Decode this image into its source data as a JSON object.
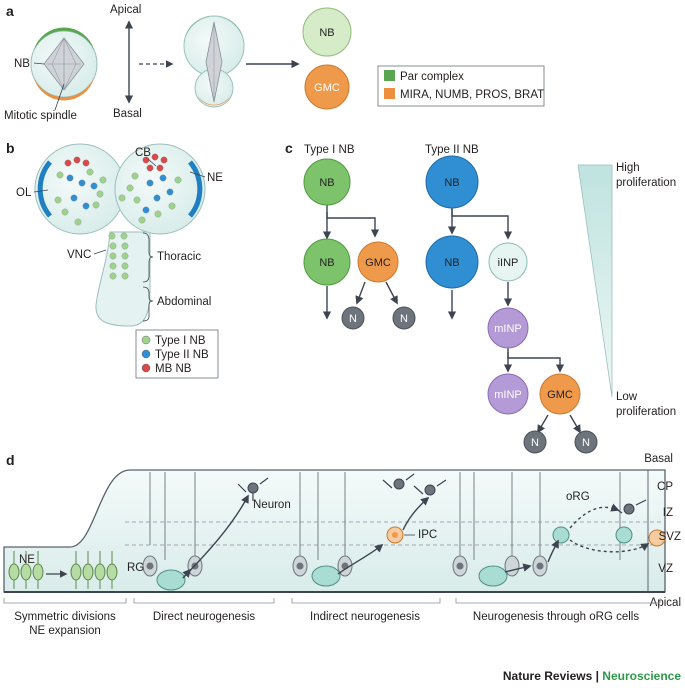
{
  "panels": {
    "a": "a",
    "b": "b",
    "c": "c",
    "d": "d"
  },
  "panel_a": {
    "apical": "Apical",
    "basal": "Basal",
    "nb_label": "NB",
    "mitotic_spindle": "Mitotic spindle",
    "nb_cell": "NB",
    "gmc_cell": "GMC",
    "legend": [
      {
        "label": "Par complex",
        "color": "#5aa550"
      },
      {
        "label": "MIRA, NUMB, PROS, BRAT",
        "color": "#ec8f3e"
      }
    ]
  },
  "panel_b": {
    "cb": "CB",
    "ne": "NE",
    "ol": "OL",
    "vnc": "VNC",
    "thoracic": "Thoracic",
    "abdominal": "Abdominal",
    "legend": [
      {
        "label": "Type I NB",
        "color": "#9fd38d"
      },
      {
        "label": "Type II NB",
        "color": "#2f8fd2"
      },
      {
        "label": "MB NB",
        "color": "#d9494a"
      }
    ]
  },
  "panel_c": {
    "type1_title": "Type I NB",
    "type2_title": "Type II NB",
    "nb": "NB",
    "gmc": "GMC",
    "n": "N",
    "inp_immature": "iINP",
    "inp_mature": "mINP",
    "high": "High",
    "high2": "proliferation",
    "low": "Low",
    "low2": "proliferation"
  },
  "panel_d": {
    "ne": "NE",
    "rg": "RG",
    "neuron": "Neuron",
    "ipc": "IPC",
    "org": "oRG",
    "layers": [
      "Basal",
      "CP",
      "IZ",
      "SVZ",
      "VZ",
      "Apical"
    ],
    "captions": {
      "sym1": "Symmetric divisions",
      "sym2": "NE expansion",
      "direct": "Direct neurogenesis",
      "indirect": "Indirect neurogenesis",
      "org": "Neurogenesis through oRG cells"
    }
  },
  "footer": {
    "journal": "Nature Reviews",
    "separator": " | ",
    "section": "Neuroscience"
  },
  "colors": {
    "green": "#7dc36b",
    "orange": "#ef9a4b",
    "blue": "#2f8fd2",
    "purple": "#b49ad6",
    "dark_gray": "#6d747b",
    "tissue": "#e4f2f1",
    "journal_green": "#2e9a48"
  }
}
